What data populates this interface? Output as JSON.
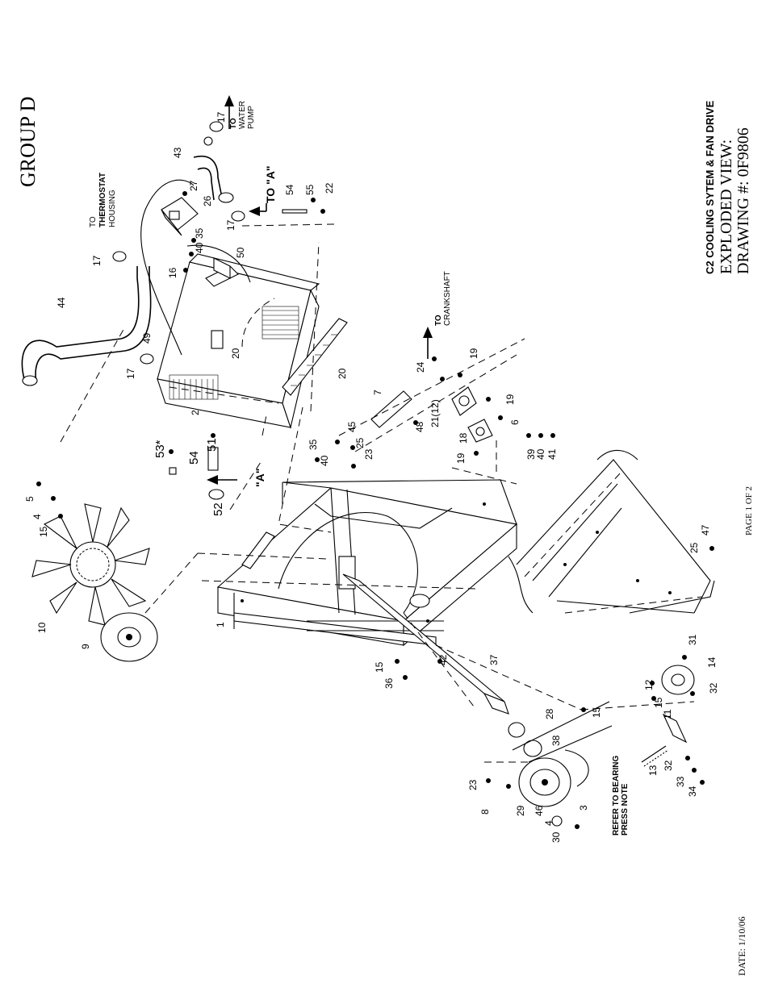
{
  "header": {
    "group": "GROUP D",
    "date": "DATE: 1/10/06",
    "page": "PAGE 1 OF 2"
  },
  "title_block": {
    "line1": "EXPLODED VIEW:",
    "line2": "C2 COOLING SYTEM & FAN DRIVE",
    "line3": "DRAWING #: 0F9806"
  },
  "callouts": {
    "to_thermostat": [
      "TO",
      "THERMOSTAT",
      "HOUSING"
    ],
    "to_water_pump": [
      "TO",
      "WATER",
      "PUMP"
    ],
    "to_a": "TO \"A\"",
    "a_marker": "\"A\"",
    "to_crankshaft": [
      "TO",
      "CRANKSHAFT"
    ],
    "bearing_note": [
      "REFER TO BEARING",
      "PRESS NOTE"
    ]
  },
  "part_labels": [
    {
      "id": "l17a",
      "text": "17"
    },
    {
      "id": "l44",
      "text": "44"
    },
    {
      "id": "l16",
      "text": "16"
    },
    {
      "id": "l49",
      "text": "49"
    },
    {
      "id": "l17b",
      "text": "17"
    },
    {
      "id": "l2",
      "text": "2"
    },
    {
      "id": "l20a",
      "text": "20"
    },
    {
      "id": "l20b",
      "text": "20"
    },
    {
      "id": "l50",
      "text": "50"
    },
    {
      "id": "l35a",
      "text": "35"
    },
    {
      "id": "l40a",
      "text": "40"
    },
    {
      "id": "l26",
      "text": "26"
    },
    {
      "id": "l27",
      "text": "27"
    },
    {
      "id": "l43",
      "text": "43"
    },
    {
      "id": "l17c",
      "text": "17"
    },
    {
      "id": "l17d",
      "text": "17"
    },
    {
      "id": "l54a",
      "text": "54"
    },
    {
      "id": "l55",
      "text": "55"
    },
    {
      "id": "l22",
      "text": "22"
    },
    {
      "id": "l53",
      "text": "53*"
    },
    {
      "id": "l54b",
      "text": "54"
    },
    {
      "id": "l51",
      "text": "51"
    },
    {
      "id": "l52",
      "text": "52"
    },
    {
      "id": "l5",
      "text": "5"
    },
    {
      "id": "l4a",
      "text": "4"
    },
    {
      "id": "l15a",
      "text": "15"
    },
    {
      "id": "l10",
      "text": "10"
    },
    {
      "id": "l9",
      "text": "9"
    },
    {
      "id": "l1",
      "text": "1"
    },
    {
      "id": "l35b",
      "text": "35"
    },
    {
      "id": "l40b",
      "text": "40"
    },
    {
      "id": "l45",
      "text": "45"
    },
    {
      "id": "l25a",
      "text": "25"
    },
    {
      "id": "l23a",
      "text": "23"
    },
    {
      "id": "l48",
      "text": "48"
    },
    {
      "id": "l7",
      "text": "7"
    },
    {
      "id": "l24",
      "text": "24"
    },
    {
      "id": "l19a",
      "text": "19"
    },
    {
      "id": "l2112",
      "text": "21(12)"
    },
    {
      "id": "l19b",
      "text": "19"
    },
    {
      "id": "l6",
      "text": "6"
    },
    {
      "id": "l18",
      "text": "18"
    },
    {
      "id": "l19c",
      "text": "19"
    },
    {
      "id": "l39",
      "text": "39"
    },
    {
      "id": "l40c",
      "text": "40"
    },
    {
      "id": "l41",
      "text": "41"
    },
    {
      "id": "l25b",
      "text": "25"
    },
    {
      "id": "l47",
      "text": "47"
    },
    {
      "id": "l15b",
      "text": "15"
    },
    {
      "id": "l36",
      "text": "36"
    },
    {
      "id": "l42",
      "text": "42"
    },
    {
      "id": "l37",
      "text": "37"
    },
    {
      "id": "l15c",
      "text": "15"
    },
    {
      "id": "l28",
      "text": "28"
    },
    {
      "id": "l38",
      "text": "38"
    },
    {
      "id": "l23b",
      "text": "23"
    },
    {
      "id": "l8",
      "text": "8"
    },
    {
      "id": "l29",
      "text": "29"
    },
    {
      "id": "l46",
      "text": "46"
    },
    {
      "id": "l4b",
      "text": "4"
    },
    {
      "id": "l30",
      "text": "30"
    },
    {
      "id": "l3",
      "text": "3"
    },
    {
      "id": "l12",
      "text": "12"
    },
    {
      "id": "l15d",
      "text": "15"
    },
    {
      "id": "l11",
      "text": "11"
    },
    {
      "id": "l31",
      "text": "31"
    },
    {
      "id": "l14",
      "text": "14"
    },
    {
      "id": "l32a",
      "text": "32"
    },
    {
      "id": "l13",
      "text": "13"
    },
    {
      "id": "l32b",
      "text": "32"
    },
    {
      "id": "l33",
      "text": "33"
    },
    {
      "id": "l34",
      "text": "34"
    }
  ]
}
